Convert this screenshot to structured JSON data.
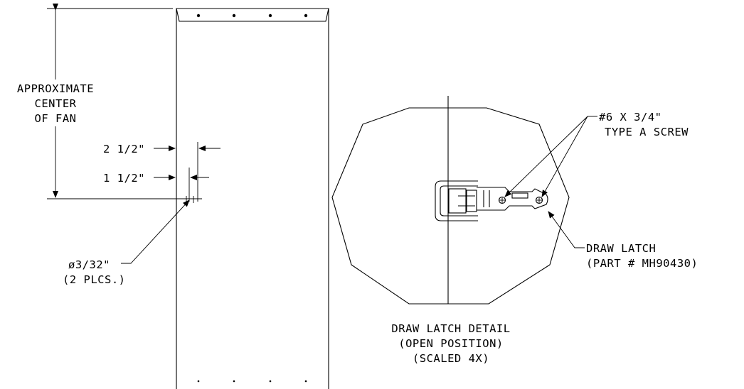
{
  "labels": {
    "center_of_fan": [
      "APPROXIMATE",
      "CENTER",
      "OF FAN"
    ],
    "dim_2_half": "2 1/2\"",
    "dim_1_half": "1 1/2\"",
    "hole_dia": "ø3/32\"",
    "hole_count": "(2 PLCS.)",
    "screw": [
      "#6 X 3/4\"",
      "TYPE A SCREW"
    ],
    "latch": [
      "DRAW LATCH",
      "(PART # MH90430)"
    ],
    "detail_title": [
      "DRAW LATCH DETAIL",
      "(OPEN POSITION)",
      "(SCALED 4X)"
    ]
  }
}
